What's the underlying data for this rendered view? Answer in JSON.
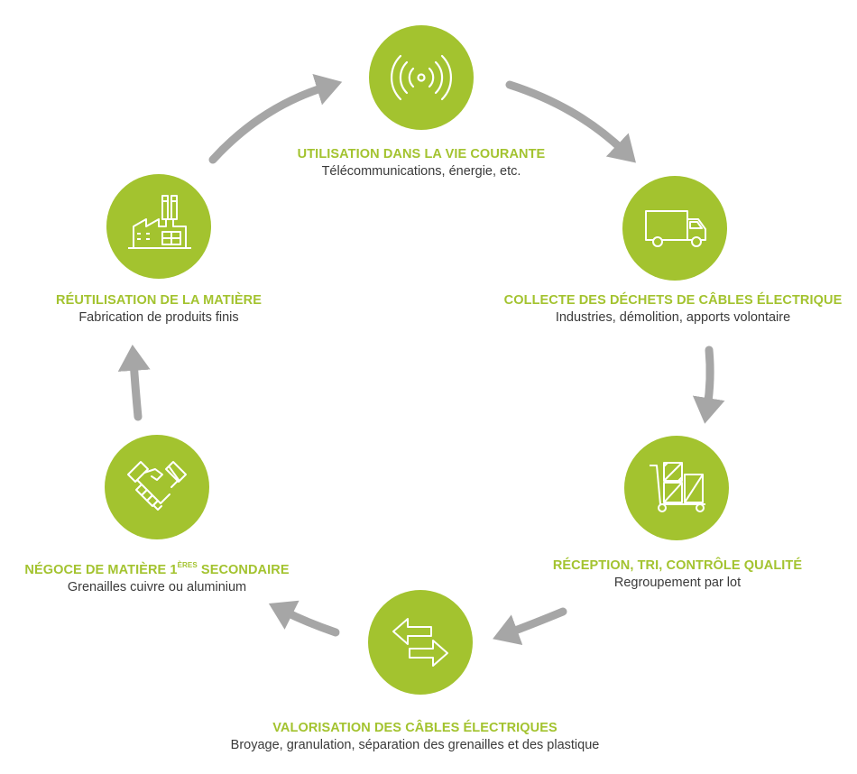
{
  "colors": {
    "accent": "#a3c32f",
    "arrow": "#a6a6a6",
    "text": "#3a3a3a",
    "icon_stroke": "#ffffff"
  },
  "steps": [
    {
      "id": "utilisation",
      "icon": "wireless-signal-icon",
      "title": "UTILISATION DANS LA VIE COURANTE",
      "subtitle": "Télécommunications, énergie, etc."
    },
    {
      "id": "collecte",
      "icon": "truck-icon",
      "title": "COLLECTE DES DÉCHETS DE CÂBLES ÉLECTRIQUE",
      "subtitle": "Industries, démolition, apports volontaire"
    },
    {
      "id": "reception",
      "icon": "hand-truck-boxes-icon",
      "title": "RÉCEPTION, TRI, CONTRÔLE QUALITÉ",
      "subtitle": "Regroupement par lot"
    },
    {
      "id": "valorisation",
      "icon": "exchange-arrows-icon",
      "title": "VALORISATION DES CÂBLES ÉLECTRIQUES",
      "subtitle": "Broyage, granulation, séparation des grenailles et des plastique"
    },
    {
      "id": "negoce",
      "icon": "handshake-icon",
      "title_prefix": "NÉGOCE DE MATIÈRE 1",
      "title_sup": "ÈRES",
      "title_suffix": " SECONDAIRE",
      "subtitle": "Grenailles cuivre ou aluminium"
    },
    {
      "id": "reutilisation",
      "icon": "factory-icon",
      "title": "RÉUTILISATION DE LA MATIÈRE",
      "subtitle": "Fabrication de produits finis"
    }
  ]
}
